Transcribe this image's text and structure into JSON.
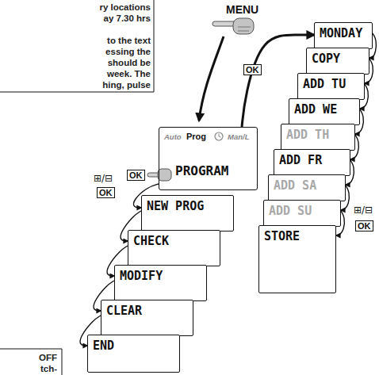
{
  "diagram": {
    "nodes": [
      {
        "text": [
          "Auto",
          "Prog",
          "Man/L",
          "PROGRAM"
        ]
      },
      {
        "text": [
          "NEW PROG"
        ]
      },
      {
        "text": [
          "CHECK"
        ]
      },
      {
        "text": [
          "MODIFY"
        ]
      },
      {
        "text": [
          "CLEAR"
        ]
      },
      {
        "text": [
          "END"
        ]
      },
      {
        "text": [
          "MONDAY"
        ]
      },
      {
        "text": [
          "COPY"
        ]
      },
      {
        "text": [
          "ADD TU"
        ]
      },
      {
        "text": [
          "ADD WE"
        ]
      },
      {
        "text": [
          "ADD TH"
        ]
      },
      {
        "text": [
          "ADD FR"
        ]
      },
      {
        "text": [
          "ADD SA"
        ]
      },
      {
        "text": [
          "ADD SU"
        ]
      },
      {
        "text": [
          "STORE"
        ]
      }
    ],
    "edges": [
      {
        "from": 0,
        "to": 1,
        "arrow": "to"
      },
      {
        "from": 1,
        "to": 2,
        "arrow": "to"
      },
      {
        "from": 2,
        "to": 3,
        "arrow": "to"
      },
      {
        "from": 3,
        "to": 4,
        "arrow": "to"
      },
      {
        "from": 4,
        "to": 5,
        "arrow": "to"
      },
      {
        "from": 0,
        "to": 6,
        "label": "OK",
        "arrow": "to"
      },
      {
        "from": 6,
        "to": 7,
        "arrow": "to"
      },
      {
        "from": 7,
        "to": 8,
        "arrow": "to"
      },
      {
        "from": 8,
        "to": 9,
        "arrow": "to"
      },
      {
        "from": 9,
        "to": 10,
        "arrow": "to"
      },
      {
        "from": 10,
        "to": 11,
        "arrow": "to"
      },
      {
        "from": 11,
        "to": 12,
        "arrow": "to"
      },
      {
        "from": 12,
        "to": 13,
        "arrow": "to"
      },
      {
        "from": 13,
        "to": 14,
        "arrow": "to"
      }
    ],
    "labels": [
      "ry locations",
      "ay 7.30 hrs",
      "to the text",
      "essing the",
      "should be",
      "week. The",
      "hing, pulse",
      "MENU",
      "OK",
      "⊞/⊟",
      "OK",
      "⊞/⊟",
      "OK",
      "OFF",
      "tch-"
    ]
  }
}
